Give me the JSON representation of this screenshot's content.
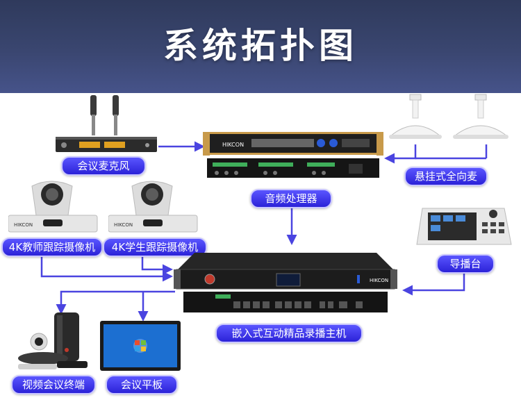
{
  "title": "系统拓扑图",
  "nodes": {
    "mic": "会议麦克风",
    "audio_processor": "音频处理器",
    "hanging_mic": "悬挂式全向麦",
    "teacher_cam": "4K教师跟踪摄像机",
    "student_cam": "4K学生跟踪摄像机",
    "director": "导播台",
    "recorder": "嵌入式互动精品录播主机",
    "video_terminal": "视频会议终端",
    "tablet": "会议平板"
  },
  "colors": {
    "header": "#3a4670",
    "label": "#3a32e6",
    "line": "#4a44e0",
    "device_gold": "#c89a4a"
  },
  "icons": {
    "logo": "HIKCON"
  }
}
